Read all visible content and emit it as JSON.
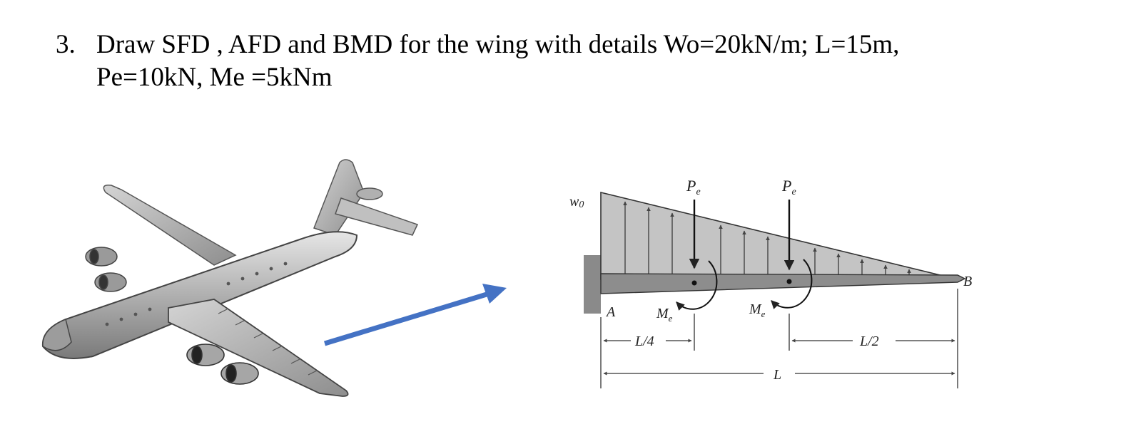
{
  "question": {
    "number": "3.",
    "line1": "Draw SFD , AFD and BMD for the wing with details Wo=20kN/m; L=15m,",
    "line2": "Pe=10kN, Me =5kNm"
  },
  "diagram": {
    "load_label": "w",
    "load_label_sub": "0",
    "point_A": "A",
    "point_B": "B",
    "force_label": "P",
    "force_sub": "e",
    "moment_label": "M",
    "moment_sub": "e",
    "dim_quarter": "L/4",
    "dim_half": "L/2",
    "dim_total": "L"
  },
  "colors": {
    "arrow": "#4472c4",
    "wing": "#8d8d8d",
    "load_fill": "#c4c4c4",
    "airplane": "#b5b5b5"
  }
}
